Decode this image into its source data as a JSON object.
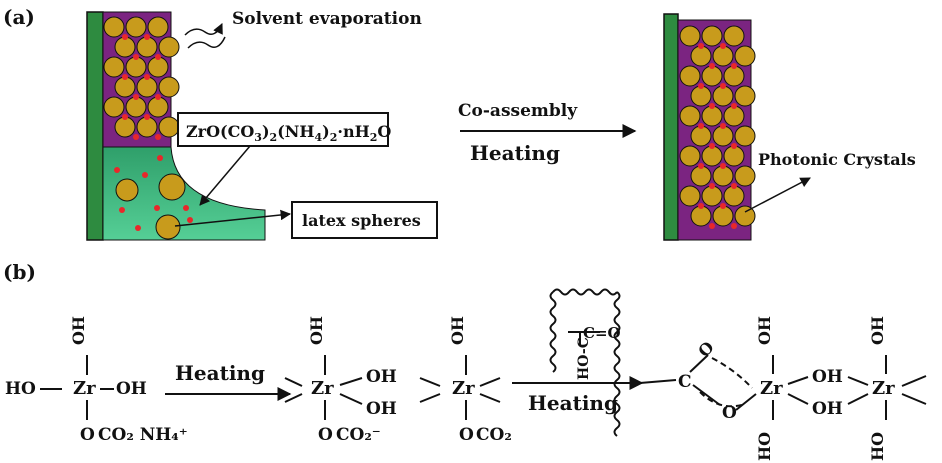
{
  "panel_a": {
    "label": "(a)",
    "evaporation_label": "Solvent evaporation",
    "precursor_label": "ZrO(CO3)2(NH4)2·nH2O",
    "latex_label": "latex spheres",
    "process_top": "Co-assembly",
    "process_bottom": "Heating",
    "product_label": "Photonic Crystals"
  },
  "panel_b": {
    "label": "(b)",
    "step1": {
      "oh_top": "OH",
      "ho_left": "HO",
      "zr": "Zr",
      "oh_right": "OH",
      "o": "O",
      "carbonate": "CO₂ NH₄⁺"
    },
    "arrow1": "Heating",
    "step2": {
      "oh_top": "OH",
      "zr": "Zr",
      "oh_r1": "OH",
      "oh_r2": "OH",
      "o": "O",
      "carbonate": "CO₂⁻"
    },
    "step3": {
      "oh_top": "OH",
      "zr": "Zr",
      "o": "O",
      "carbonate": "CO₂"
    },
    "arrow2": "Heating",
    "polymer": {
      "carbonyl": "C=O",
      "hydroxy": "HO-C",
      "ester_c": "C",
      "ester_o1": "O",
      "ester_o2": "O"
    },
    "step4": {
      "zr1": "Zr",
      "oh_top1": "OH",
      "ho_bottom1": "HO",
      "oh_bridge_top": "OH",
      "oh_bridge_bottom": "OH",
      "zr2": "Zr",
      "oh_top2": "OH",
      "ho_bottom2": "HO"
    }
  },
  "colors": {
    "substrate": "#2e8b40",
    "crystal_bg": "#7b2481",
    "sphere": "#c89b1c",
    "dot": "#e8272a",
    "solution": "#4cc58d"
  }
}
